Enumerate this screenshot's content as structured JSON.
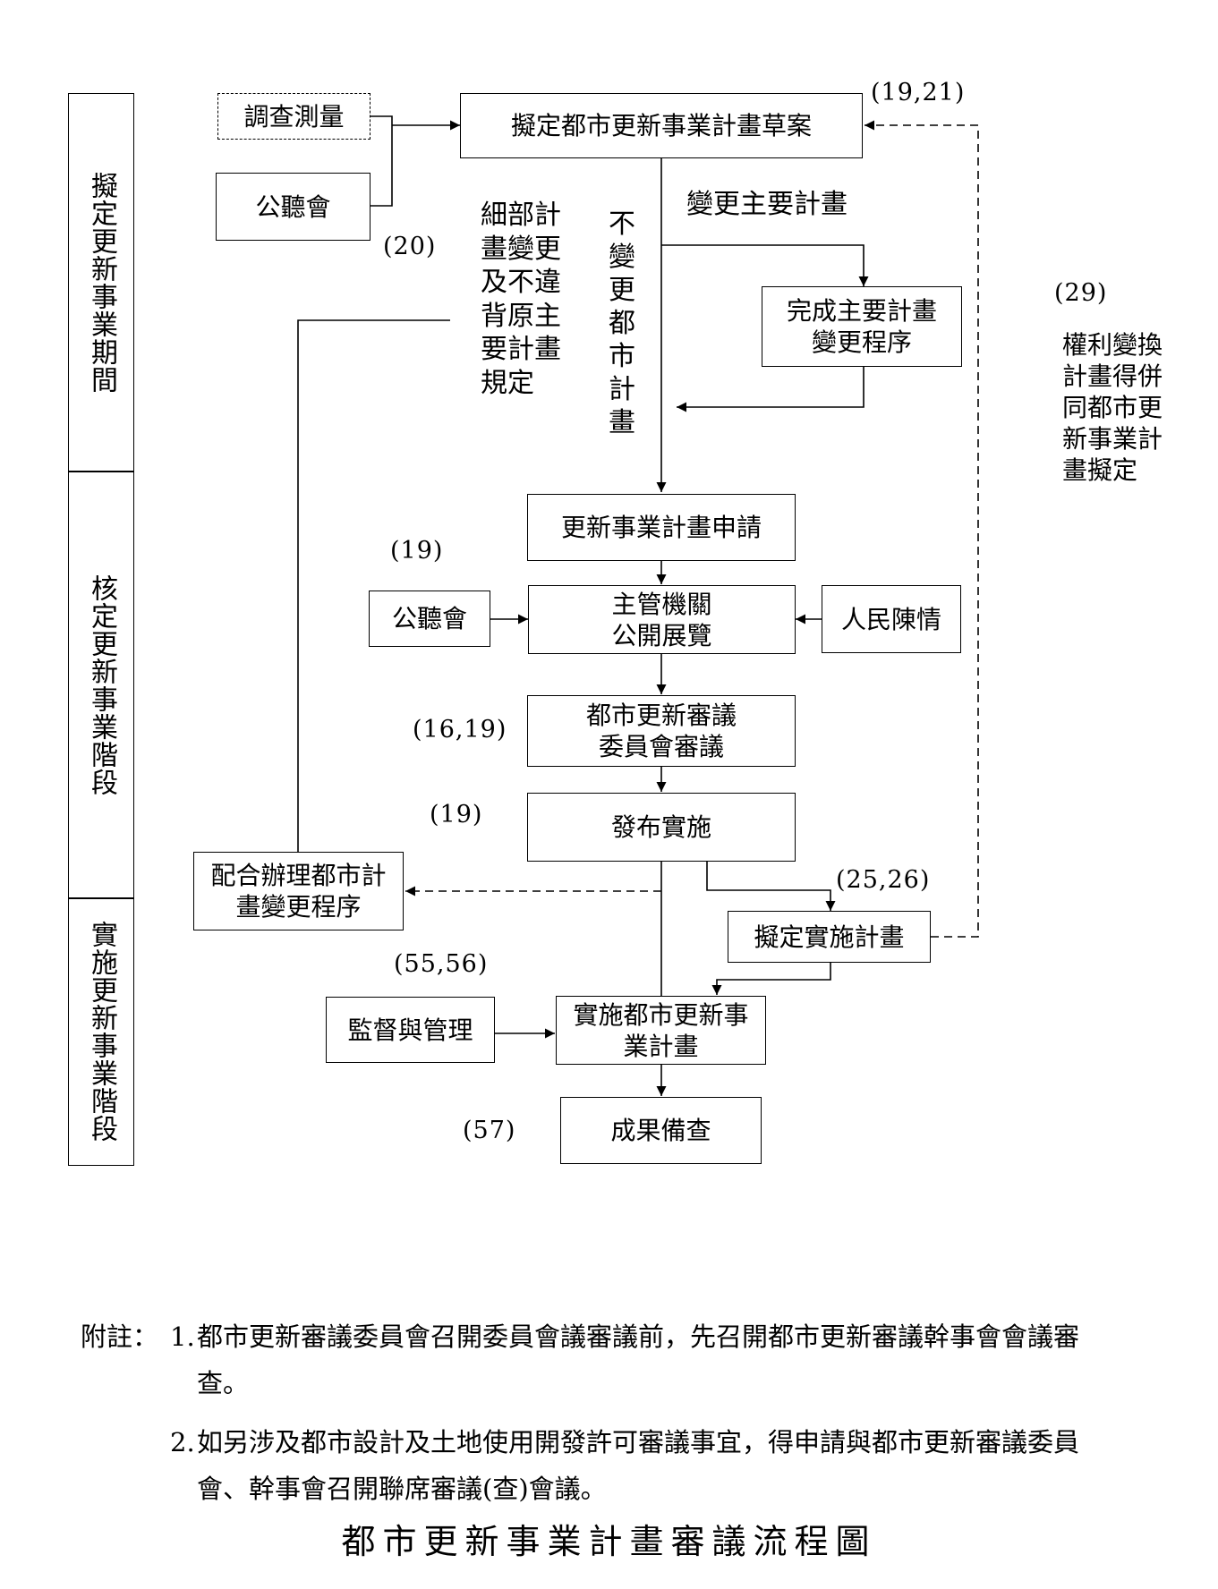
{
  "phases": [
    {
      "label": "擬定更新事業期間"
    },
    {
      "label": "核定更新事業階段"
    },
    {
      "label": "實施更新事業階段"
    }
  ],
  "boxes": {
    "survey": "調查測量",
    "hearing_1": "公聽會",
    "draft_plan": "擬定都市更新事業計畫草案",
    "main_plan_change": "完成主要計畫\n變更程序",
    "application": "更新事業計畫申請",
    "hearing_2": "公聽會",
    "exhibition": "主管機關\n公開展覽",
    "petition": "人民陳情",
    "review": "都市更新審議\n委員會審議",
    "publish": "發布實施",
    "city_plan_change": "配合辦理都市計\n畫變更程序",
    "implementation_plan": "擬定實施計畫",
    "supervision": "監督與管理",
    "execute": "實施都市更新事\n業計畫",
    "record": "成果備查"
  },
  "refs": {
    "r_19_21": "(19,21)",
    "r_20": "(20)",
    "r_29": "(29)",
    "r_19_a": "(19)",
    "r_16_19": "(16,19)",
    "r_19_b": "(19)",
    "r_25_26": "(25,26)",
    "r_55_56": "(55,56)",
    "r_57": "(57)"
  },
  "labels": {
    "change_main": "變更主要計畫",
    "detail_change": "細部計\n畫變更\n及不違\n背原主\n要計畫\n規定",
    "no_change": "不\n變\n更\n都\n市\n計\n畫",
    "rights_conversion": "權利變換\n計畫得併\n同都市更\n新事業計\n畫擬定"
  },
  "notes": {
    "prefix": "附註：",
    "items": [
      {
        "num": "1.",
        "text": "都市更新審議委員會召開委員會議審議前，先召開都市更新審議幹事會會議審查。"
      },
      {
        "num": "2.",
        "text": "如另涉及都市設計及土地使用開發許可審議事宜，得申請與都市更新審議委員會、幹事會召開聯席審議(查)會議。"
      }
    ]
  },
  "title": "都市更新事業計畫審議流程圖"
}
